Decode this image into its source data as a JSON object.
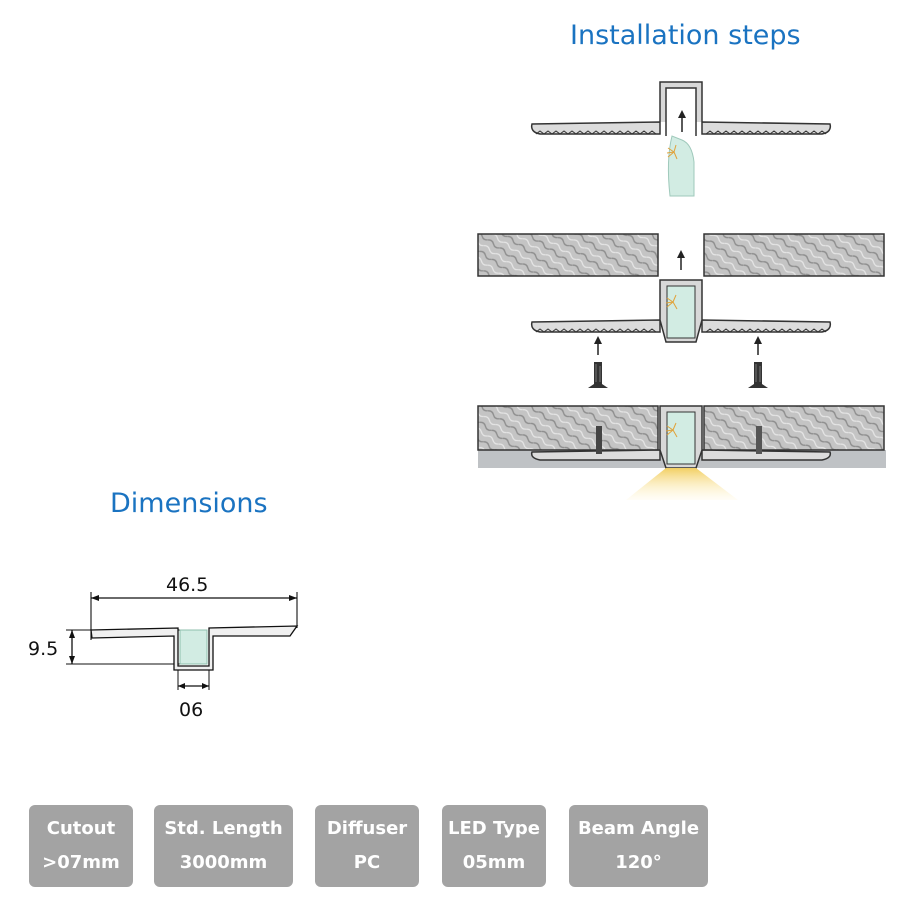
{
  "installation": {
    "title": "Installation steps"
  },
  "dimensions": {
    "title": "Dimensions",
    "width_label": "46.5",
    "height_label": "9.5",
    "channel_label": "06"
  },
  "specs": [
    {
      "label": "Cutout",
      "value": ">07mm"
    },
    {
      "label": "Std. Length",
      "value": "3000mm"
    },
    {
      "label": "Diffuser",
      "value": "PC"
    },
    {
      "label": "LED Type",
      "value": "05mm"
    },
    {
      "label": "Beam Angle",
      "value": "120°"
    }
  ],
  "colors": {
    "heading": "#1a73c1",
    "spec_badge": "#a3a3a3",
    "diffuser": "#d2ece3",
    "board": "#b9b9b9",
    "ceiling": "#bfc2c5",
    "light": "#f4d67a"
  }
}
